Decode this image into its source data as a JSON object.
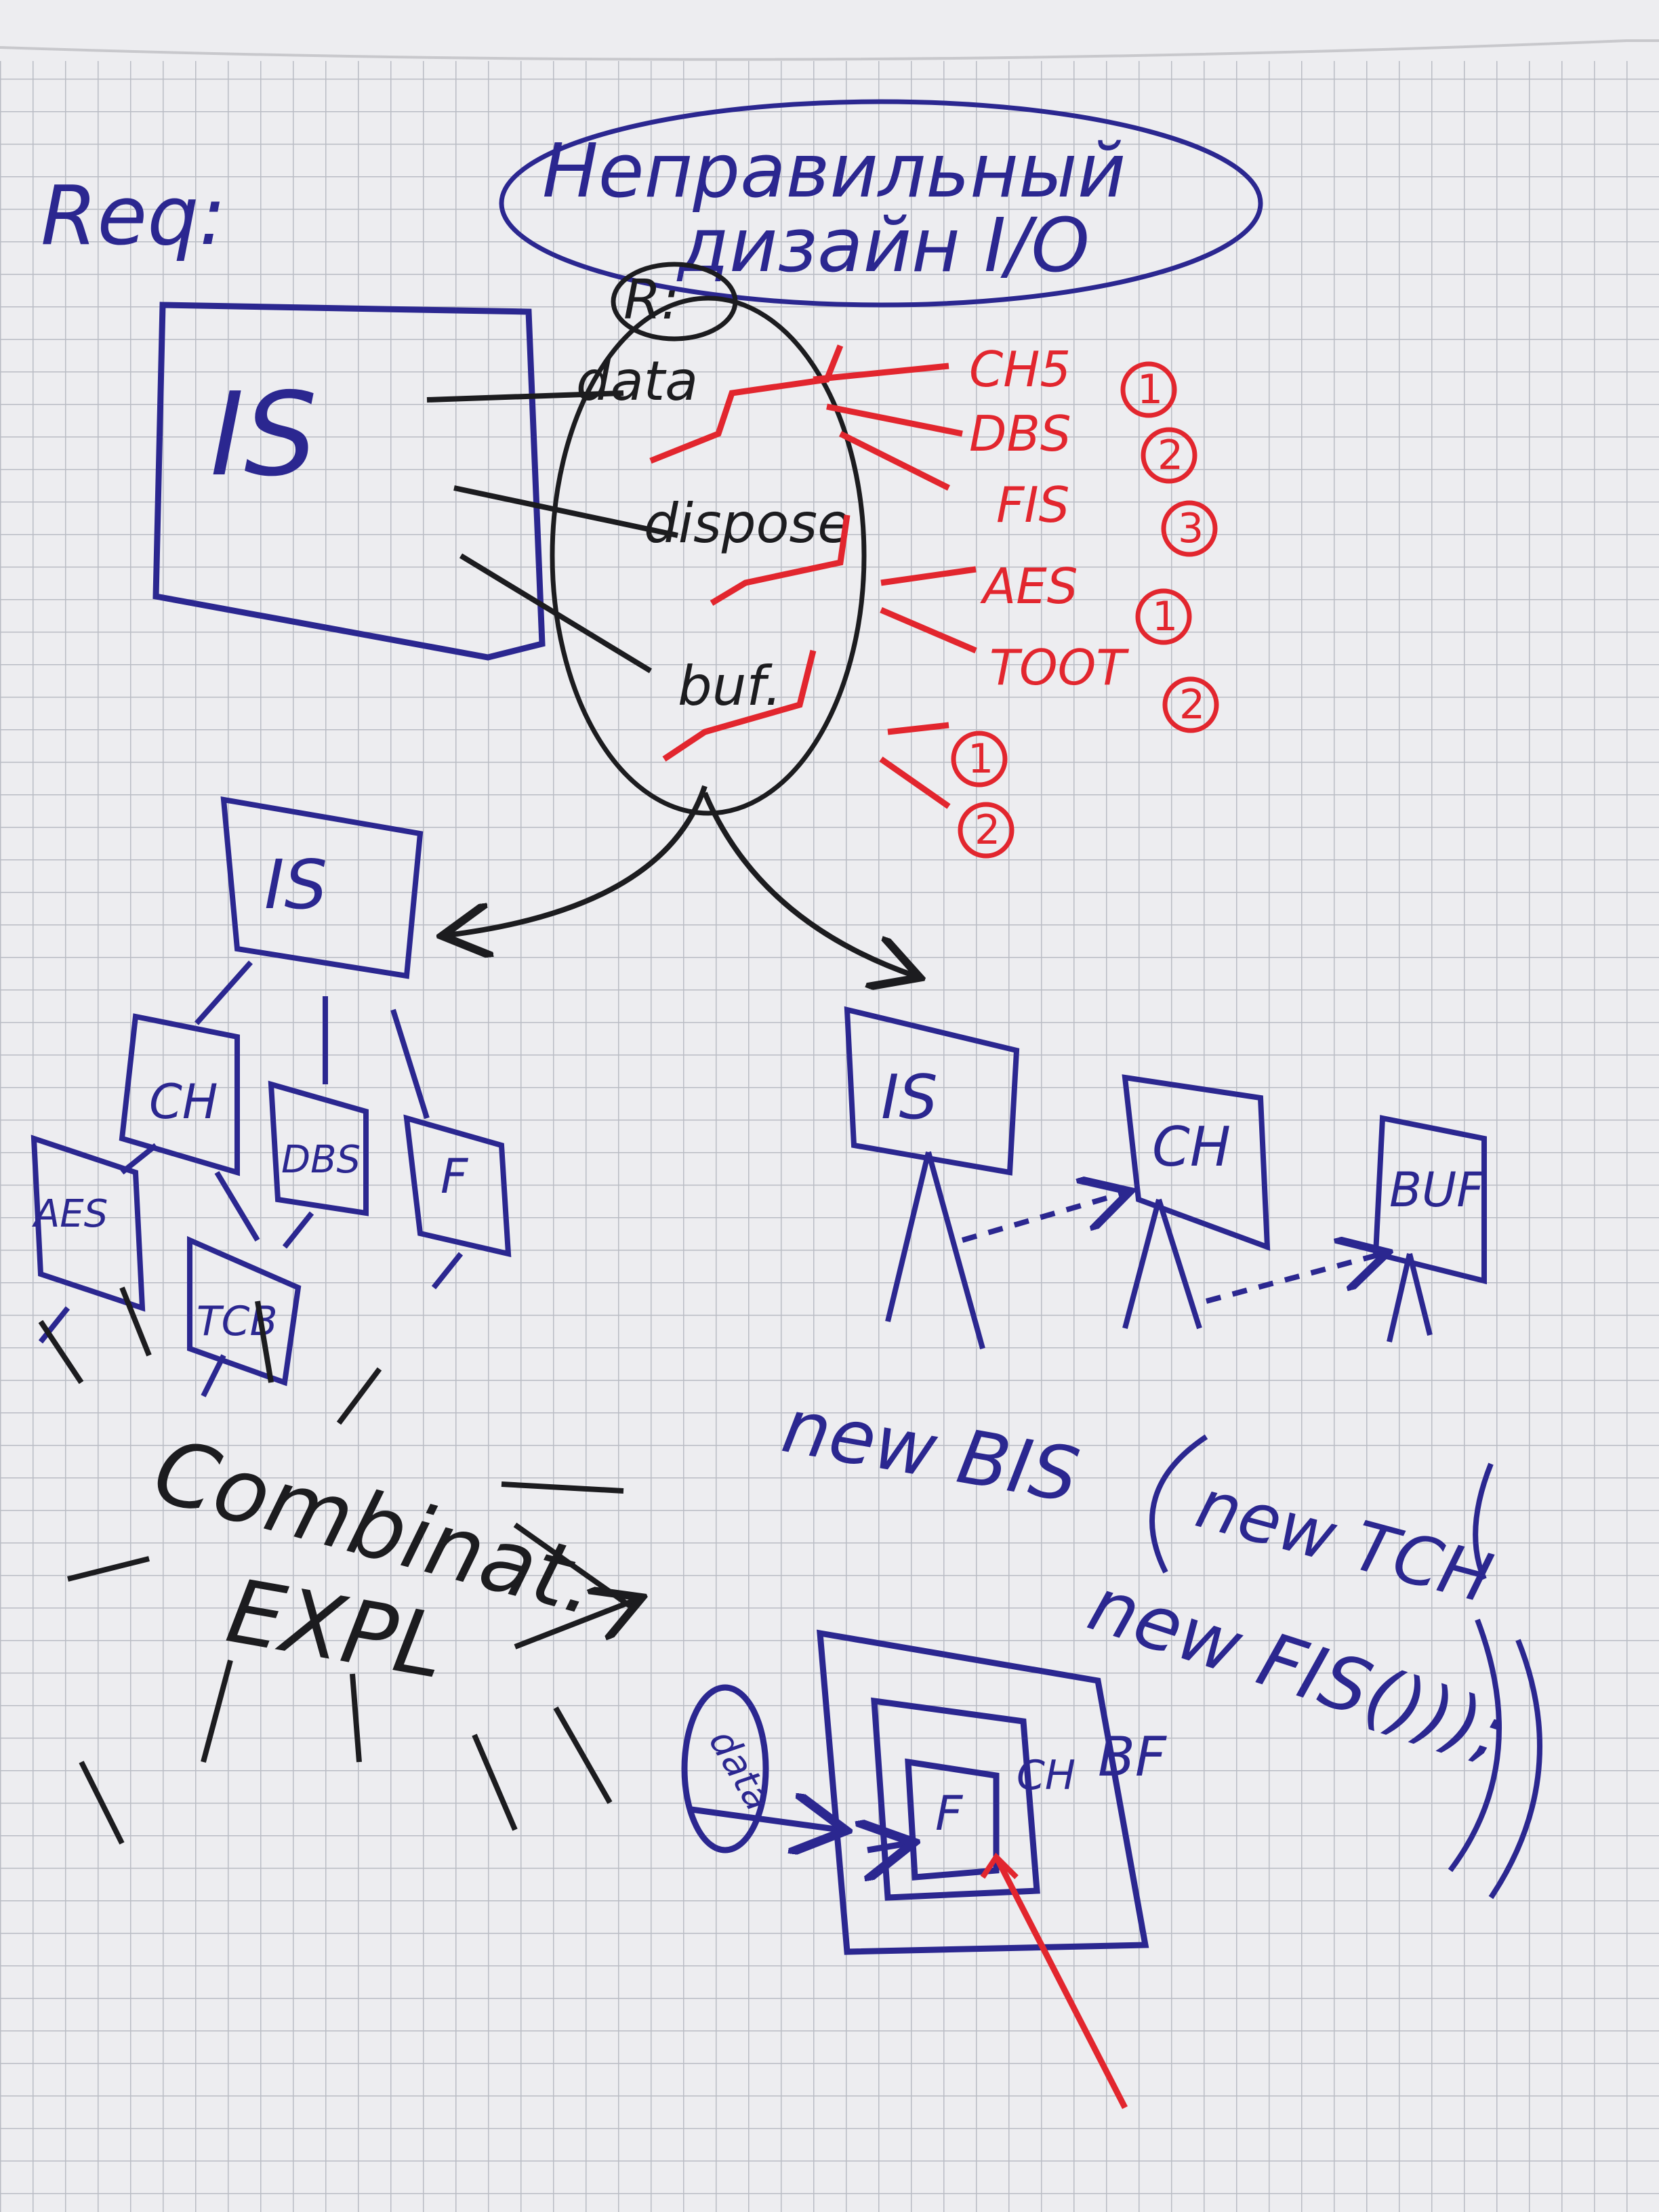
{
  "colors": {
    "paper": "#f1f1f3",
    "grid": "#b9bcc4",
    "blue_marker": "#2b2790",
    "black_marker": "#1c1c1f",
    "red_marker": "#e2262e"
  },
  "header": {
    "left_label": "Req:",
    "title_line1": "Неправильный",
    "title_line2": "дизайн I/O"
  },
  "top_box": {
    "label": "IS"
  },
  "central_oval": {
    "label": "R:",
    "items": [
      "data",
      "dispose",
      "buf."
    ]
  },
  "red_list": [
    {
      "label": "CH5",
      "badge": "1"
    },
    {
      "label": "DBS",
      "badge": "2"
    },
    {
      "label": "FIS",
      "badge": "3"
    },
    {
      "label": "AES",
      "badge": "1"
    },
    {
      "label": "TOOT",
      "badge": "2"
    },
    {
      "label": "",
      "badge": "1"
    },
    {
      "label": "",
      "badge": "2"
    }
  ],
  "left_tree": {
    "root": "IS",
    "children": [
      "CH",
      "DBS",
      "F"
    ],
    "grandchildren": [
      "AES",
      "TCB"
    ]
  },
  "right_chain": [
    "IS",
    "CH",
    "BUF"
  ],
  "new_expression": {
    "line1": "new BIS",
    "line2": "new TCH",
    "line3": "new FIS()));"
  },
  "bottom_left_text": {
    "line1": "Combinat.",
    "line2": "EXPL"
  },
  "nested_boxes": {
    "oval_label": "data",
    "inner_label": "F",
    "middle_label": "CH",
    "outer_label": "BF"
  }
}
